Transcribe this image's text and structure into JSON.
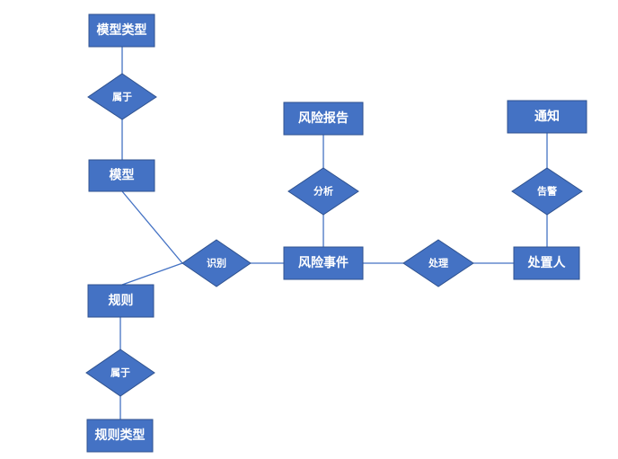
{
  "diagram": {
    "entities": {
      "model_type": "模型类型",
      "model": "模型",
      "rule": "规则",
      "rule_type": "规则类型",
      "risk_report": "风险报告",
      "risk_event": "风险事件",
      "notice": "通知",
      "handler": "处置人"
    },
    "relations": {
      "belongs_top": "属于",
      "belongs_bottom": "属于",
      "identify": "识别",
      "analyze": "分析",
      "handle": "处理",
      "alert": "告警"
    }
  },
  "colors": {
    "node_fill": "#4472c4",
    "node_border": "#2f528f",
    "edge": "#4472c4",
    "label": "#ffffff"
  }
}
